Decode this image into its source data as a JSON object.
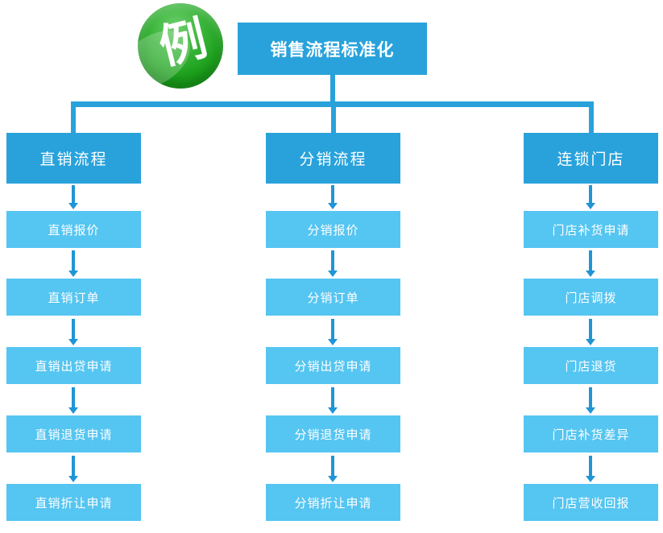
{
  "badge": {
    "label": "例"
  },
  "root": {
    "title": "销售流程标准化"
  },
  "colors": {
    "node_blue": "#29a2db",
    "item_blue": "#55c5f1",
    "arrow_blue": "#2095d5",
    "badge_green": "#2fae2f",
    "text": "#ffffff"
  },
  "columns": [
    {
      "header": "直销流程",
      "items": [
        "直销报价",
        "直销订单",
        "直销出贷申请",
        "直销退货申请",
        "直销折让申请"
      ]
    },
    {
      "header": "分销流程",
      "items": [
        "分销报价",
        "分销订单",
        "分销出贷申请",
        "分销退货申请",
        "分销折让申请"
      ]
    },
    {
      "header": "连锁门店",
      "items": [
        "门店补货申请",
        "门店调拨",
        "门店退货",
        "门店补货差异",
        "门店营收回报"
      ]
    }
  ]
}
